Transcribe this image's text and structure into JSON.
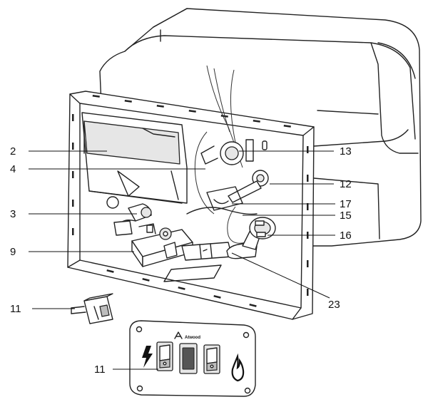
{
  "callouts": [
    {
      "id": "c2",
      "label": "2"
    },
    {
      "id": "c4",
      "label": "4"
    },
    {
      "id": "c3",
      "label": "3"
    },
    {
      "id": "c9",
      "label": "9"
    },
    {
      "id": "c11a",
      "label": "11"
    },
    {
      "id": "c11b",
      "label": "11"
    },
    {
      "id": "c13",
      "label": "13"
    },
    {
      "id": "c12",
      "label": "12"
    },
    {
      "id": "c17",
      "label": "17"
    },
    {
      "id": "c15",
      "label": "15"
    },
    {
      "id": "c16",
      "label": "16"
    },
    {
      "id": "c23",
      "label": "23"
    }
  ],
  "panel": {
    "brand_text": "Atwood",
    "icons": [
      "lightning-bolt-icon",
      "flame-icon",
      "brand-logo-icon"
    ]
  },
  "colors": {
    "line": "#222222",
    "panel_fill": "#e6e6e6",
    "switch_fill": "#bdbdbd"
  }
}
